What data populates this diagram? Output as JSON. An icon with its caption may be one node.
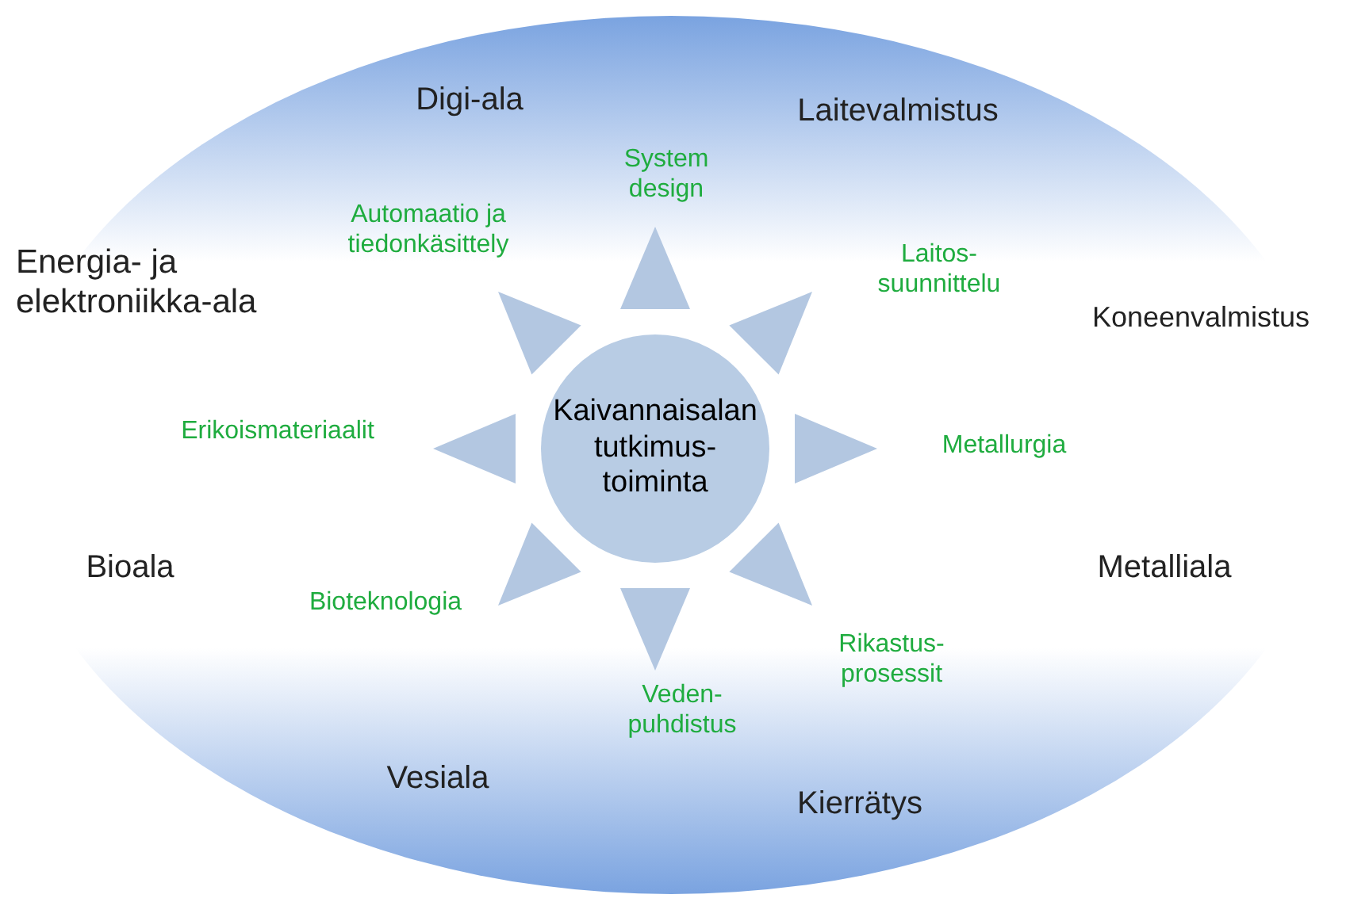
{
  "diagram": {
    "nodes": [
      {
        "text": [
          "Kaivannaisalan tutkimus- toiminta"
        ]
      }
    ],
    "labels": [
      "Digi-ala",
      "Laitevalmistus",
      "System design",
      "Automaatio ja tiedonkäsittely",
      "Laitos- suunnittelu",
      "Energia- ja elektroniikka-ala",
      "Koneenvalmistus",
      "Erikoismateriaalit",
      "Metallurgia",
      "Bioala",
      "Metalliala",
      "Bioteknologia",
      "Rikastus- prosessit",
      "Veden- puhdistus",
      "Vesiala",
      "Kierrätys"
    ]
  }
}
